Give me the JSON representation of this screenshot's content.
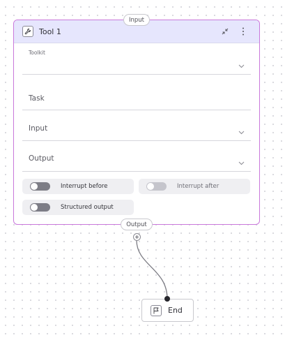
{
  "node": {
    "title": "Tool 1",
    "input_handle": "Input",
    "output_handle": "Output",
    "icon": "wrench-icon"
  },
  "fields": {
    "toolkit_label": "Toolkit",
    "task_label": "Task",
    "input_label": "Input",
    "output_label": "Output"
  },
  "toggles": {
    "interrupt_before": {
      "label": "Interrupt before",
      "enabled": false,
      "disabled": false
    },
    "interrupt_after": {
      "label": "Interrupt after",
      "enabled": false,
      "disabled": true
    },
    "structured_output": {
      "label": "Structured output",
      "enabled": false,
      "disabled": false
    }
  },
  "end_node": {
    "label": "End",
    "icon": "flag-icon"
  },
  "colors": {
    "node_border": "#c978db",
    "header_bg": "#e6e6fd",
    "toggle_bg": "#efeff2"
  }
}
